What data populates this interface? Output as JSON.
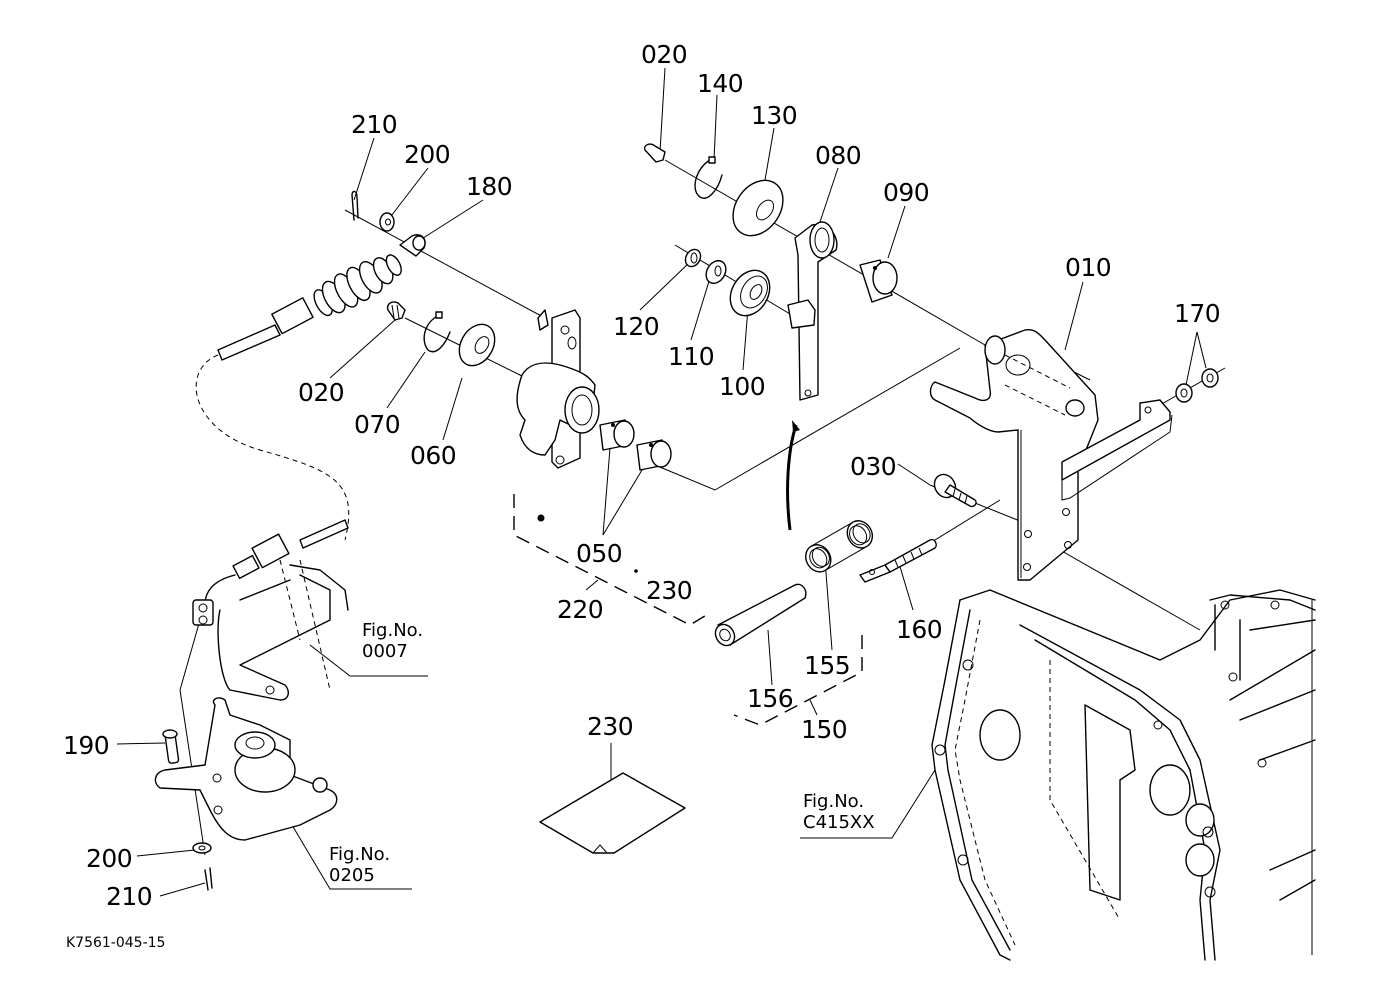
{
  "diagram": {
    "type": "exploded-parts-diagram",
    "drawing_code": "K7561-045-15",
    "parts": [
      {
        "id": "p020a",
        "label": "020"
      },
      {
        "id": "p140",
        "label": "140"
      },
      {
        "id": "p130",
        "label": "130"
      },
      {
        "id": "p080",
        "label": "080"
      },
      {
        "id": "p090",
        "label": "090"
      },
      {
        "id": "p210a",
        "label": "210"
      },
      {
        "id": "p200a",
        "label": "200"
      },
      {
        "id": "p180",
        "label": "180"
      },
      {
        "id": "p010",
        "label": "010"
      },
      {
        "id": "p170",
        "label": "170"
      },
      {
        "id": "p120",
        "label": "120"
      },
      {
        "id": "p110",
        "label": "110"
      },
      {
        "id": "p100",
        "label": "100"
      },
      {
        "id": "p020b",
        "label": "020"
      },
      {
        "id": "p070",
        "label": "070"
      },
      {
        "id": "p060",
        "label": "060"
      },
      {
        "id": "p030",
        "label": "030"
      },
      {
        "id": "p050",
        "label": "050"
      },
      {
        "id": "p230a",
        "label": "230"
      },
      {
        "id": "p220",
        "label": "220"
      },
      {
        "id": "p160",
        "label": "160"
      },
      {
        "id": "p155",
        "label": "155"
      },
      {
        "id": "p156",
        "label": "156"
      },
      {
        "id": "p150",
        "label": "150"
      },
      {
        "id": "p230b",
        "label": "230"
      },
      {
        "id": "p190",
        "label": "190"
      },
      {
        "id": "p200b",
        "label": "200"
      },
      {
        "id": "p210b",
        "label": "210"
      }
    ],
    "figure_refs": [
      {
        "id": "fig0007",
        "line1": "Fig.No.",
        "line2": "0007"
      },
      {
        "id": "fig0205",
        "line1": "Fig.No.",
        "line2": "0205"
      },
      {
        "id": "figC415XX",
        "line1": "Fig.No.",
        "line2": "C415XX"
      }
    ]
  }
}
